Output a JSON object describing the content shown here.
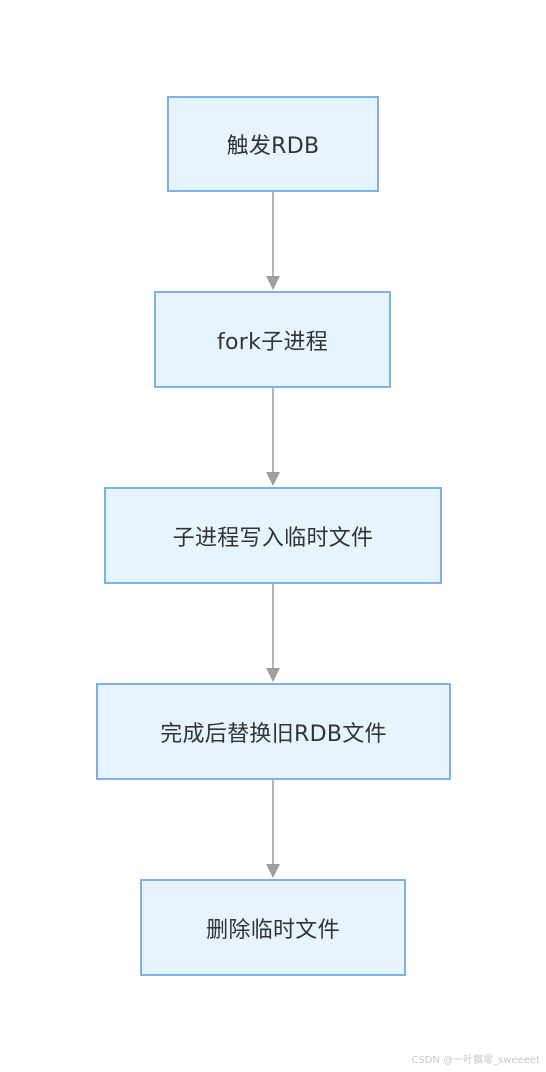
{
  "nodes": [
    {
      "id": "n1",
      "label": "触发RDB"
    },
    {
      "id": "n2",
      "label": "fork子进程"
    },
    {
      "id": "n3",
      "label": "子进程写入临时文件"
    },
    {
      "id": "n4",
      "label": "完成后替换旧RDB文件"
    },
    {
      "id": "n5",
      "label": "删除临时文件"
    }
  ],
  "edges": [
    {
      "from": "n1",
      "to": "n2"
    },
    {
      "from": "n2",
      "to": "n3"
    },
    {
      "from": "n3",
      "to": "n4"
    },
    {
      "from": "n4",
      "to": "n5"
    }
  ],
  "colors": {
    "node_fill": "#e6f4ff",
    "node_border": "#7fb0ea",
    "edge": "#9e9e9e",
    "text": "#333333"
  },
  "watermark": "CSDN @一叶飘零_sweeeet"
}
